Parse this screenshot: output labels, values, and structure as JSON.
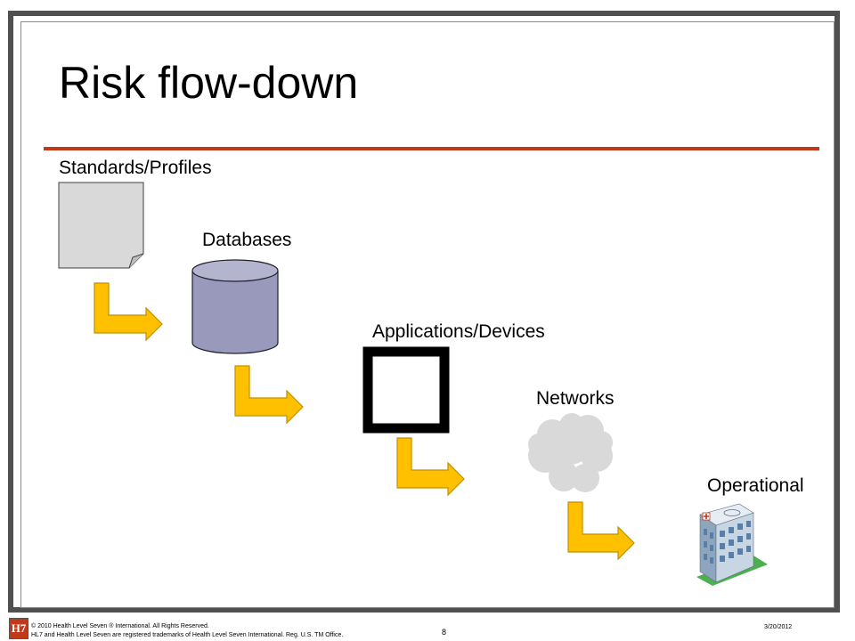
{
  "slide": {
    "title": "Risk flow-down",
    "stages": [
      {
        "label": "Standards/Profiles",
        "icon": "document-icon"
      },
      {
        "label": "Databases",
        "icon": "database-icon"
      },
      {
        "label": "Applications/Devices",
        "icon": "application-icon"
      },
      {
        "label": "Networks",
        "icon": "cloud-icon"
      },
      {
        "label": "Operational",
        "icon": "hospital-icon"
      }
    ],
    "colors": {
      "accent_rule": "#c0391b",
      "arrow_fill": "#ffc000",
      "arrow_stroke": "#c09000",
      "database_fill": "#9999bb",
      "cloud_fill": "#d9d9d9",
      "document_fill": "#d9d9d9"
    }
  },
  "footer": {
    "copyright_line1": "© 2010 Health Level Seven ® International. All Rights Reserved.",
    "copyright_line2": "HL7 and Health Level Seven are registered trademarks of Health Level Seven International. Reg. U.S. TM Office.",
    "page_number": "8",
    "date": "3/20/2012",
    "logo_text": "H7"
  }
}
